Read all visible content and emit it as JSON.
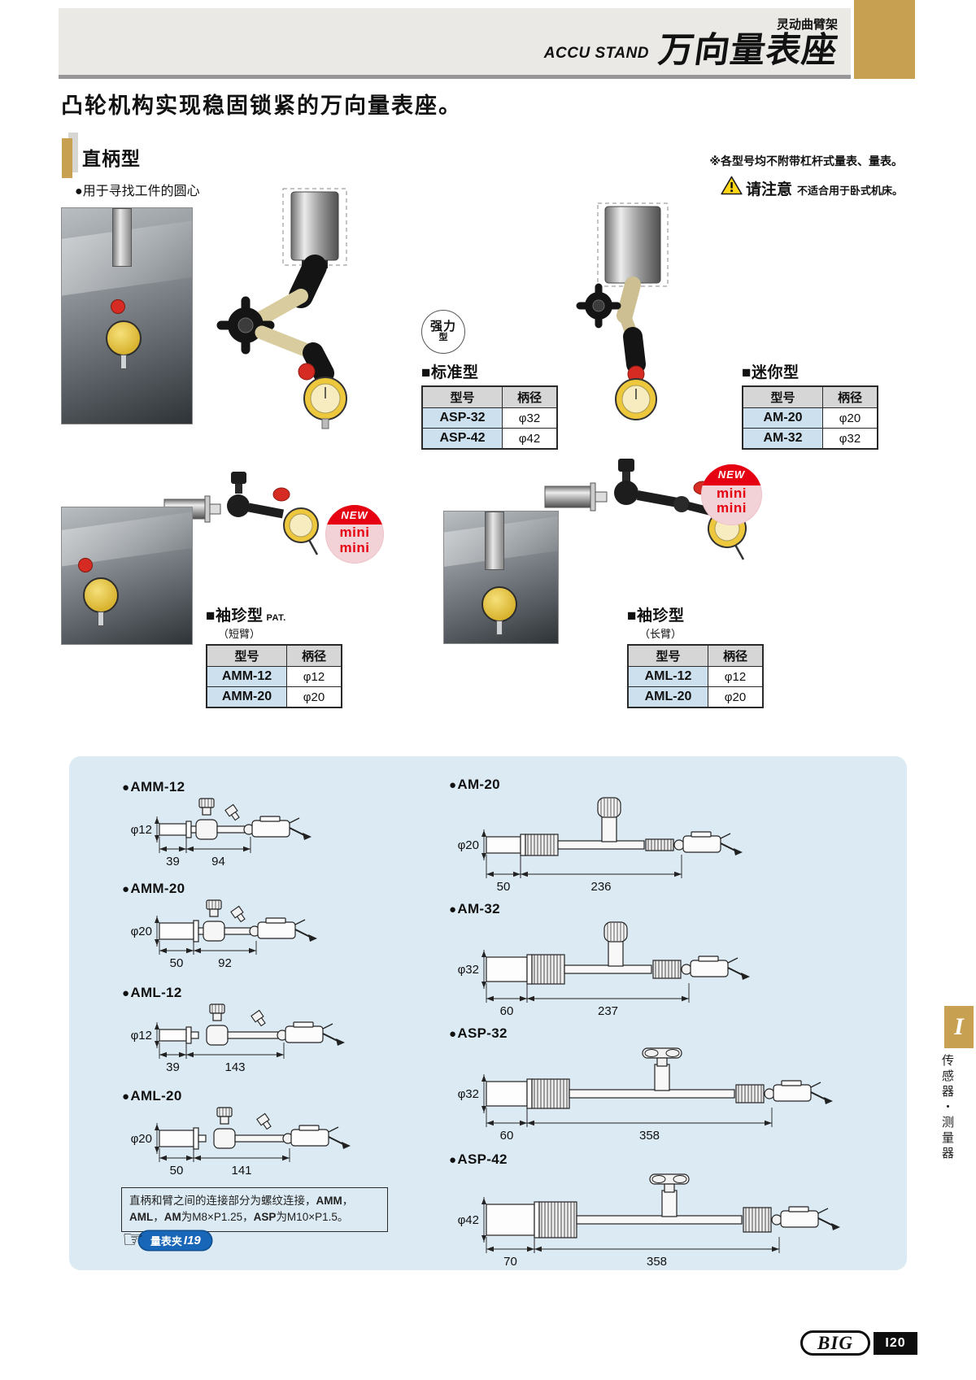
{
  "header": {
    "series": "灵动曲臂架",
    "brand_en": "ACCU STAND",
    "title": "万向量表座"
  },
  "intro": "凸轮机构实现稳固锁紧的万向量表座。",
  "section": {
    "title": "直柄型",
    "feature": "●用于寻找工件的圆心"
  },
  "notes": {
    "no_gauge": "※各型号均不附带杠杆式量表、量表。",
    "caution_label": "请注意",
    "caution_text": "不适合用于卧式机床。"
  },
  "badges": {
    "power": {
      "line1": "强力",
      "line2": "型"
    },
    "new_mini": {
      "top": "NEW",
      "line1": "mini",
      "line2": "mini"
    }
  },
  "tables": {
    "standard": {
      "title": "■标准型",
      "col_model": "型号",
      "col_dia": "柄径",
      "rows": [
        {
          "model": "ASP-32",
          "dia": "φ32"
        },
        {
          "model": "ASP-42",
          "dia": "φ42"
        }
      ]
    },
    "mini": {
      "title": "■迷你型",
      "col_model": "型号",
      "col_dia": "柄径",
      "rows": [
        {
          "model": "AM-20",
          "dia": "φ20"
        },
        {
          "model": "AM-32",
          "dia": "φ32"
        }
      ]
    },
    "pocket_short": {
      "title": "■袖珍型",
      "pat": "PAT.",
      "sub": "（短臂）",
      "col_model": "型号",
      "col_dia": "柄径",
      "rows": [
        {
          "model": "AMM-12",
          "dia": "φ12"
        },
        {
          "model": "AMM-20",
          "dia": "φ20"
        }
      ]
    },
    "pocket_long": {
      "title": "■袖珍型",
      "sub": "（长臂）",
      "col_model": "型号",
      "col_dia": "柄径",
      "rows": [
        {
          "model": "AML-12",
          "dia": "φ12"
        },
        {
          "model": "AML-20",
          "dia": "φ20"
        }
      ]
    }
  },
  "diagrams": {
    "bullet": "●",
    "left": [
      {
        "label": "AMM-12",
        "type": "short",
        "phi": "φ12",
        "d1": "39",
        "d2": "94"
      },
      {
        "label": "AMM-20",
        "type": "short",
        "phi": "φ20",
        "d1": "50",
        "d2": "92"
      },
      {
        "label": "AML-12",
        "type": "long",
        "phi": "φ12",
        "d1": "39",
        "d2": "143"
      },
      {
        "label": "AML-20",
        "type": "long",
        "phi": "φ20",
        "d1": "50",
        "d2": "141"
      }
    ],
    "right": [
      {
        "label": "AM-20",
        "type": "mini",
        "phi": "φ20",
        "d1": "50",
        "d2": "236"
      },
      {
        "label": "AM-32",
        "type": "mini",
        "phi": "φ32",
        "d1": "60",
        "d2": "237"
      },
      {
        "label": "ASP-32",
        "type": "power",
        "phi": "φ32",
        "d1": "60",
        "d2": "358"
      },
      {
        "label": "ASP-42",
        "type": "power",
        "phi": "φ42",
        "d1": "70",
        "d2": "358"
      }
    ]
  },
  "note_box": {
    "segments": [
      {
        "text": "直柄和臂之间的连接部分为螺纹连接，",
        "bold": false
      },
      {
        "text": "AMM",
        "bold": true
      },
      {
        "text": "，",
        "bold": false
      },
      {
        "text": "AML",
        "bold": true
      },
      {
        "text": "，",
        "bold": false
      },
      {
        "text": "AM",
        "bold": true
      },
      {
        "text": "为M8×P1.25，",
        "bold": false
      },
      {
        "text": "ASP",
        "bold": true
      },
      {
        "text": "为M10×P1.5。",
        "bold": false
      }
    ]
  },
  "link": {
    "icon": "☞",
    "label": "量表夹",
    "page_ref": "I19"
  },
  "sidebar": {
    "tab": "I",
    "category": "传感器・测量器"
  },
  "footer": {
    "brand": "BIG",
    "page": "I20"
  }
}
